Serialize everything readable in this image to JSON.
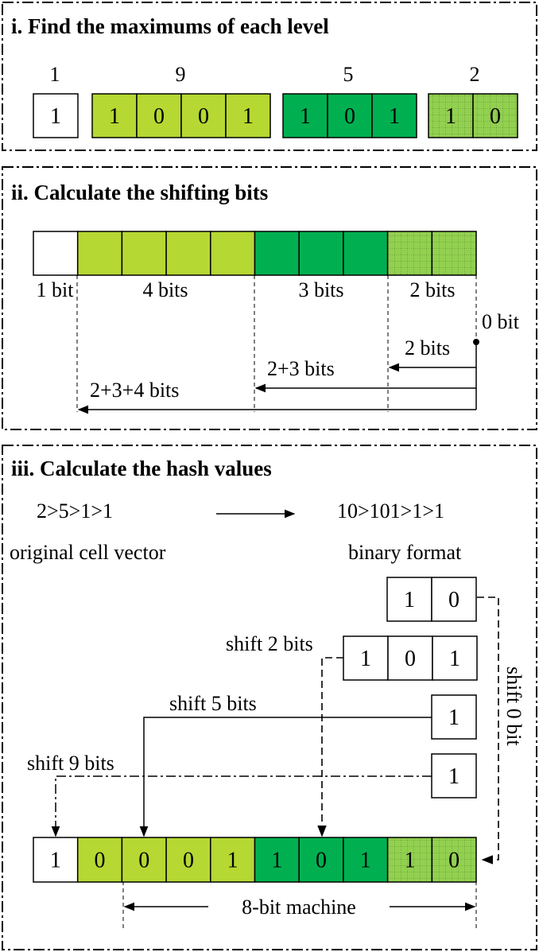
{
  "colors": {
    "white": "#ffffff",
    "light_green": "#b5d832",
    "dark_green": "#00b050",
    "dotted_green": "#92d050"
  },
  "panels": {
    "find_max": {
      "title": "i. Find the maximums of each level",
      "groups": [
        {
          "max": "1",
          "bits": [
            "1"
          ],
          "color": "white"
        },
        {
          "max": "9",
          "bits": [
            "1",
            "0",
            "0",
            "1"
          ],
          "color": "light_green"
        },
        {
          "max": "5",
          "bits": [
            "1",
            "0",
            "1"
          ],
          "color": "dark_green"
        },
        {
          "max": "2",
          "bits": [
            "1",
            "0"
          ],
          "color": "dotted_green"
        }
      ]
    },
    "shift_bits": {
      "title": "ii. Calculate the shifting bits",
      "segment_labels": [
        "1 bit",
        "4 bits",
        "3 bits",
        "2 bits"
      ],
      "zero_label": "0 bit",
      "arrow_labels": [
        "2 bits",
        "2+3 bits",
        "2+3+4 bits"
      ]
    },
    "hash": {
      "title": "iii. Calculate the hash values",
      "original_vector": "2>5>1>1",
      "binary_vector": "10>101>1>1",
      "original_caption": "original cell vector",
      "binary_caption": "binary format",
      "rows": [
        {
          "bits": [
            "1",
            "0"
          ]
        },
        {
          "bits": [
            "1",
            "0",
            "1"
          ]
        },
        {
          "bits": [
            "1"
          ]
        },
        {
          "bits": [
            "1"
          ]
        }
      ],
      "shift_labels": [
        "shift 0 bit",
        "shift 2 bits",
        "shift 5 bits",
        "shift 9 bits"
      ],
      "result_bits": [
        "1",
        "0",
        "0",
        "0",
        "1",
        "1",
        "0",
        "1",
        "1",
        "0"
      ],
      "machine_label": "8-bit machine"
    }
  }
}
